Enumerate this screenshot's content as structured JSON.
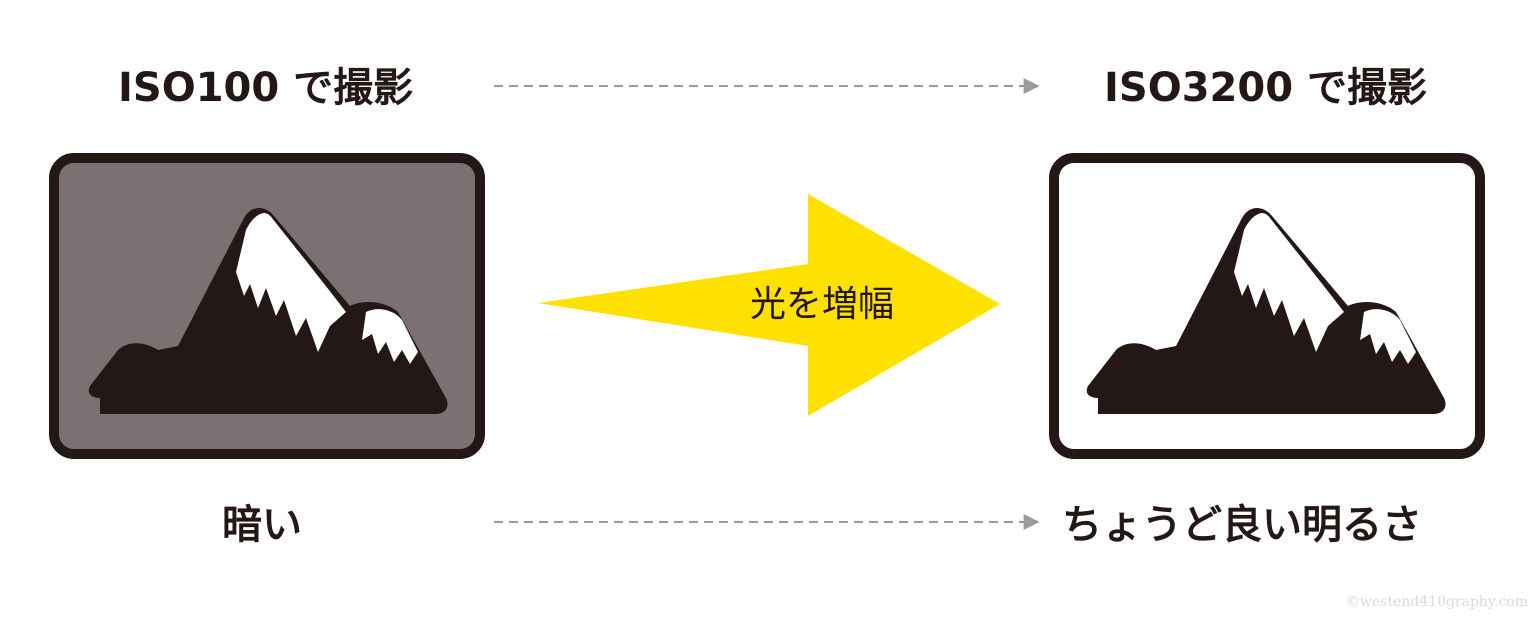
{
  "left": {
    "title": "ISO100 で撮影",
    "caption": "暗い",
    "frame_fill": "#7a7272"
  },
  "right": {
    "title": "ISO3200 で撮影",
    "caption": "ちょうど良い明るさ",
    "frame_fill": "#ffffff"
  },
  "arrow": {
    "label": "光を増幅",
    "color": "#ffe100"
  },
  "colors": {
    "ink": "#231815",
    "dashed": "#9a9a9a"
  },
  "copyright": "©westend410graphy.com"
}
